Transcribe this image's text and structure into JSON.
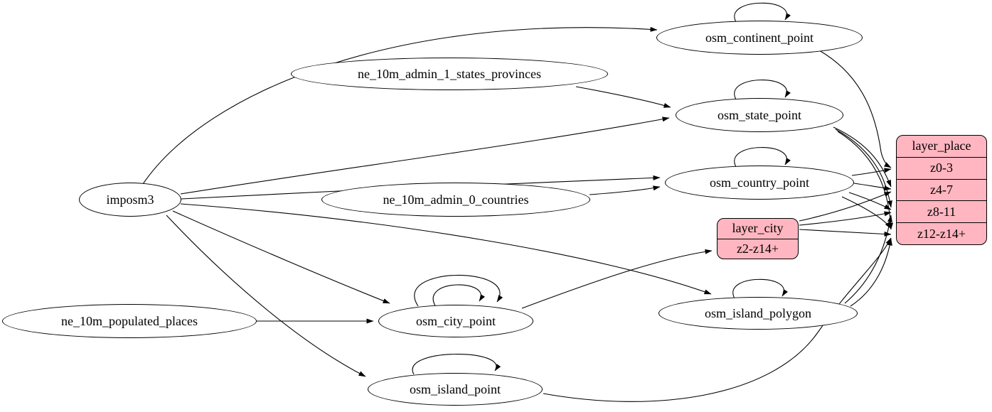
{
  "diagram": {
    "type": "graphviz-etl-flow",
    "record_fill": "#ffb6c1",
    "node_fill": "#ffffff",
    "edge_color": "#000000",
    "nodes": {
      "imposm3": {
        "label": "imposm3"
      },
      "ne_10m_admin_1_states_provinces": {
        "label": "ne_10m_admin_1_states_provinces"
      },
      "ne_10m_admin_0_countries": {
        "label": "ne_10m_admin_0_countries"
      },
      "ne_10m_populated_places": {
        "label": "ne_10m_populated_places"
      },
      "osm_continent_point": {
        "label": "osm_continent_point"
      },
      "osm_state_point": {
        "label": "osm_state_point"
      },
      "osm_country_point": {
        "label": "osm_country_point"
      },
      "osm_city_point": {
        "label": "osm_city_point"
      },
      "osm_island_polygon": {
        "label": "osm_island_polygon"
      },
      "osm_island_point": {
        "label": "osm_island_point"
      },
      "layer_place": {
        "title": "layer_place",
        "rows": [
          "z0-3",
          "z4-7",
          "z8-11",
          "z12-z14+"
        ]
      },
      "layer_city": {
        "title": "layer_city",
        "rows": [
          "z2-z14+"
        ]
      }
    },
    "edges": [
      {
        "from": "imposm3",
        "to": "osm_continent_point"
      },
      {
        "from": "imposm3",
        "to": "osm_state_point"
      },
      {
        "from": "imposm3",
        "to": "osm_country_point"
      },
      {
        "from": "imposm3",
        "to": "osm_city_point"
      },
      {
        "from": "imposm3",
        "to": "osm_island_polygon"
      },
      {
        "from": "imposm3",
        "to": "osm_island_point"
      },
      {
        "from": "ne_10m_admin_1_states_provinces",
        "to": "osm_state_point"
      },
      {
        "from": "ne_10m_admin_0_countries",
        "to": "osm_country_point"
      },
      {
        "from": "ne_10m_populated_places",
        "to": "osm_city_point"
      },
      {
        "from": "osm_continent_point",
        "to": "osm_continent_point",
        "self_loop": true
      },
      {
        "from": "osm_state_point",
        "to": "osm_state_point",
        "self_loop": true
      },
      {
        "from": "osm_country_point",
        "to": "osm_country_point",
        "self_loop": true
      },
      {
        "from": "osm_city_point",
        "to": "osm_city_point",
        "self_loop": true
      },
      {
        "from": "osm_city_point",
        "to": "osm_city_point",
        "self_loop": true
      },
      {
        "from": "osm_island_polygon",
        "to": "osm_island_polygon",
        "self_loop": true
      },
      {
        "from": "osm_island_point",
        "to": "osm_island_point",
        "self_loop": true
      },
      {
        "from": "osm_continent_point",
        "to": "layer_place:z0-3"
      },
      {
        "from": "osm_state_point",
        "to": "layer_place:z4-7"
      },
      {
        "from": "osm_state_point",
        "to": "layer_place:z8-11"
      },
      {
        "from": "osm_state_point",
        "to": "layer_place:z12-z14+"
      },
      {
        "from": "osm_country_point",
        "to": "layer_place:z0-3"
      },
      {
        "from": "osm_country_point",
        "to": "layer_place:z4-7"
      },
      {
        "from": "osm_country_point",
        "to": "layer_place:z8-11"
      },
      {
        "from": "osm_country_point",
        "to": "layer_place:z12-z14+"
      },
      {
        "from": "osm_city_point",
        "to": "layer_city:z2-z14+"
      },
      {
        "from": "layer_city",
        "to": "layer_place:z4-7"
      },
      {
        "from": "layer_city",
        "to": "layer_place:z8-11"
      },
      {
        "from": "layer_city",
        "to": "layer_place:z12-z14+"
      },
      {
        "from": "osm_island_polygon",
        "to": "layer_place:z8-11"
      },
      {
        "from": "osm_island_polygon",
        "to": "layer_place:z12-z14+"
      },
      {
        "from": "osm_island_point",
        "to": "layer_place:z12-z14+"
      }
    ]
  }
}
